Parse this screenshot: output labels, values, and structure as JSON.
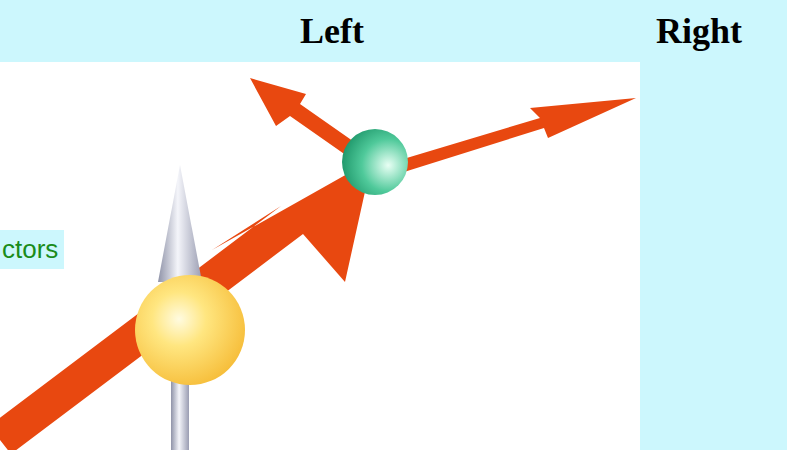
{
  "diagram": {
    "labels": [
      "Left",
      "Right",
      "ctors"
    ]
  }
}
